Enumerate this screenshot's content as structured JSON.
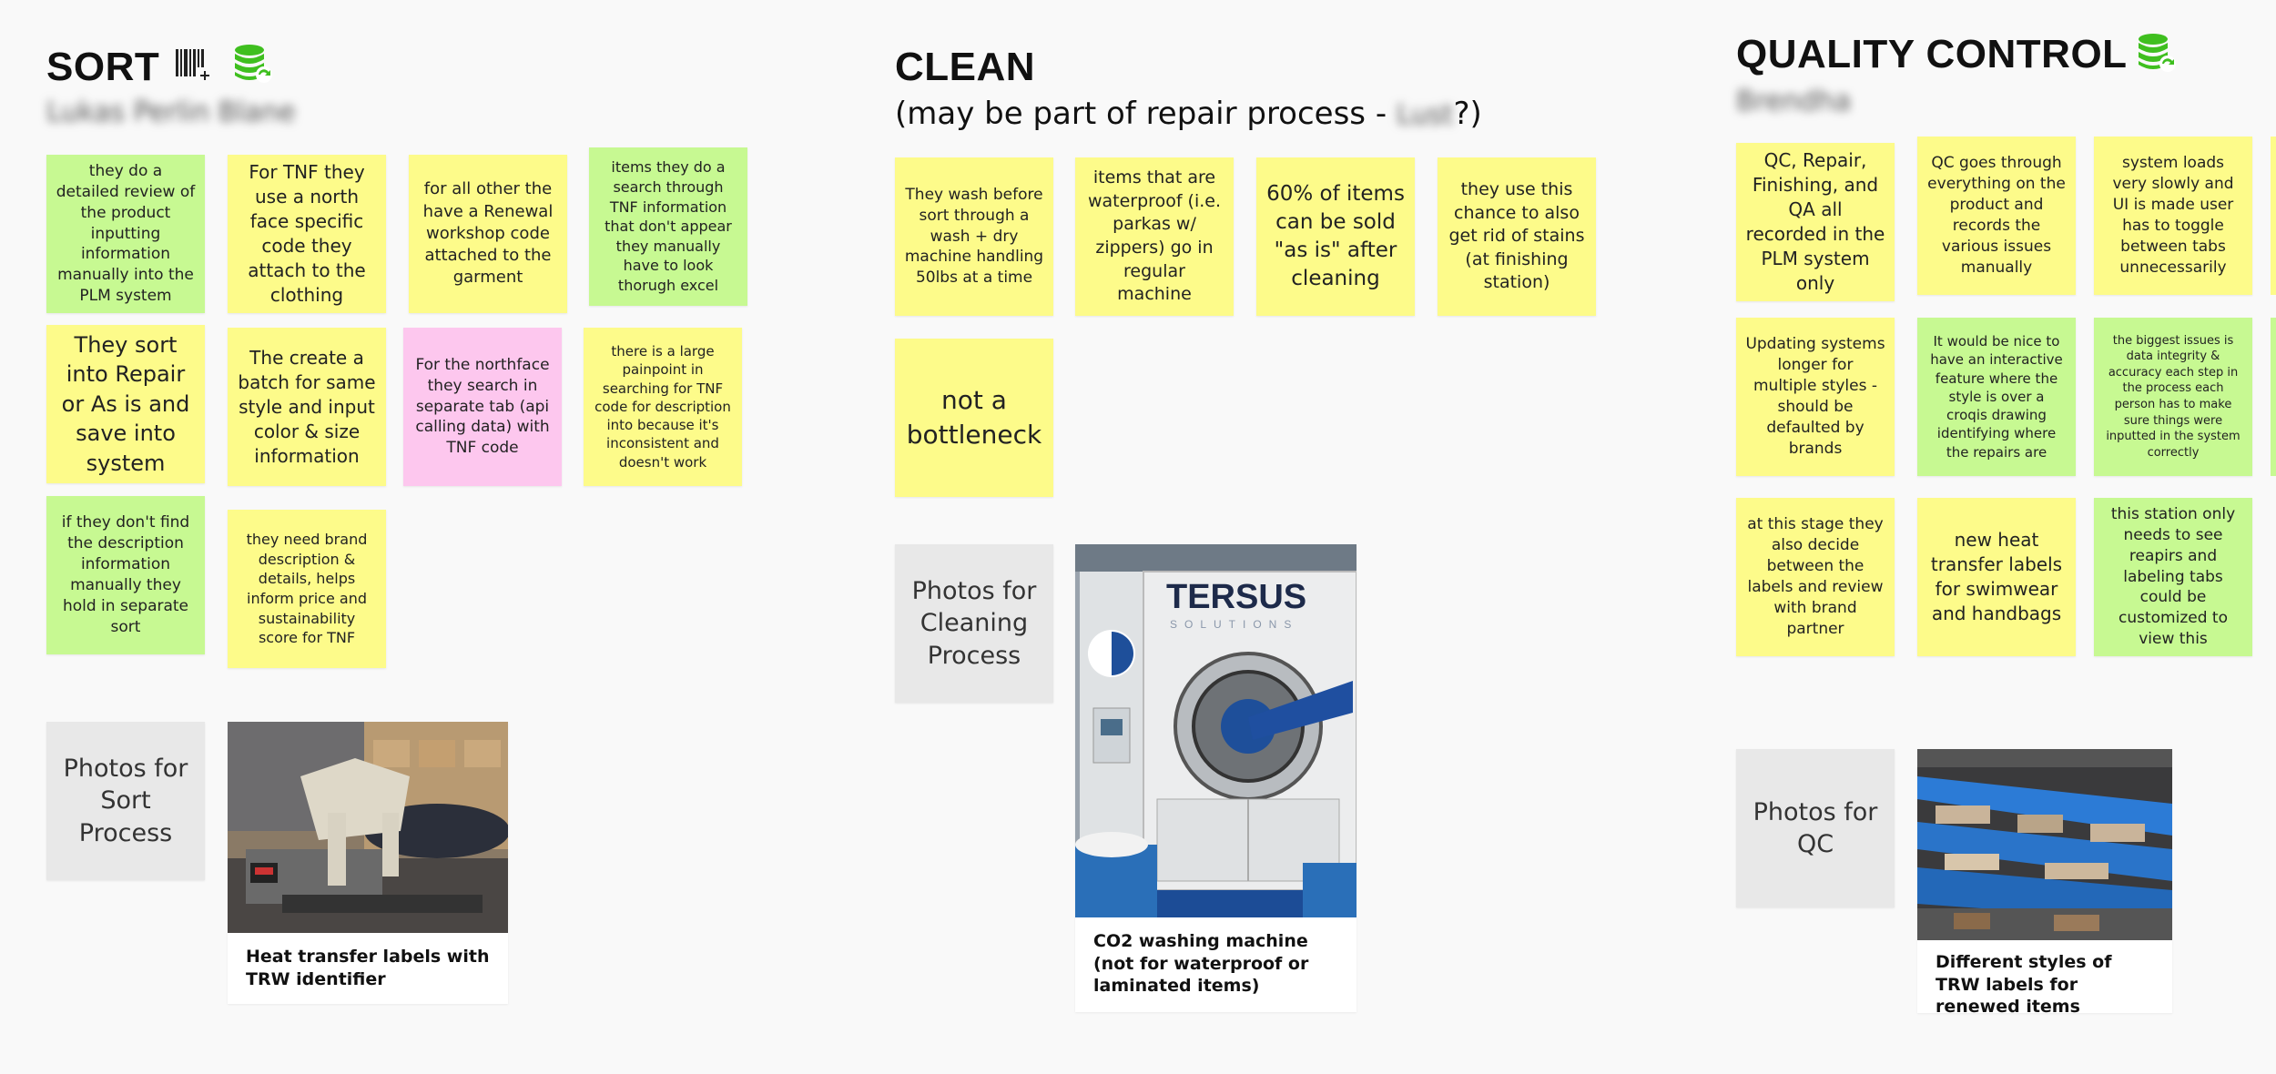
{
  "sections": {
    "sort": {
      "title": "SORT",
      "blurred": "Lukas Perlin Blane",
      "notes": [
        "they do a detailed review of the product inputting information manually into the PLM system",
        "For TNF they use a north face specific code they attach to the clothing",
        "for all other the have a Renewal workshop code attached to the garment",
        "items they do a search through TNF information that don't appear they manually have to look thorugh excel",
        "They sort into Repair or As is and save into system",
        "The create a batch for same style and input color & size information",
        "For the northface they search in separate tab (api calling data) with TNF code",
        "there is a large painpoint in searching for TNF code for description into because it's inconsistent and doesn't work",
        "if they don't find the description information manually they hold in separate sort",
        "they need brand description & details, helps inform price and sustainability score for TNF"
      ],
      "photos_label": "Photos for Sort Process",
      "photo_caption": "Heat transfer labels with TRW identifier"
    },
    "clean": {
      "title": "CLEAN",
      "subtitle_prefix": "(may be part of repair process - ",
      "subtitle_blur": "Lust",
      "subtitle_suffix": "?)",
      "notes": [
        "They wash before sort through a wash + dry machine handling 50lbs at a time",
        "items that are waterproof (i.e. parkas w/ zippers) go in regular machine",
        "60% of items can be sold \"as is\" after cleaning",
        "they use this chance to also get rid of stains (at finishing station)",
        "not a bottleneck"
      ],
      "photos_label": "Photos for Cleaning Process",
      "photo_caption": "CO2 washing machine (not for waterproof or laminated items)",
      "machine_brand": "TERSUS",
      "machine_sub": "SOLUTIONS"
    },
    "qc": {
      "title": "QUALITY CONTROL",
      "blurred": "Brendha",
      "notes": [
        "QC, Repair, Finishing, and QA all recorded in the PLM system only",
        "QC goes through everything on the product and records the various issues manually",
        "system loads very slowly and UI is made user has to toggle between tabs unnecessarily",
        "Updating systems longer for multiple styles - should be defaulted by brands",
        "It would be nice to have an interactive feature where the style is over a croqis drawing identifying where the repairs are",
        "the biggest issues is data integrity & accuracy each step in the process each person has to make sure things were inputted in the system correctly",
        "at this stage they also decide between the labels and review with brand partner",
        "new heat transfer labels for swimwear and handbags",
        "this station only needs to see reapirs and labeling tabs could be customized to view this"
      ],
      "photos_label": "Photos for QC",
      "photo_caption": "Different styles of TRW labels for renewed items"
    }
  },
  "icons": {
    "barcode": "barcode-plus-icon",
    "database": "database-sync-icon"
  },
  "colors": {
    "yellow": "#fdfb8a",
    "green": "#c7f992",
    "pink": "#fdc7ee",
    "gray": "#e8e8e8",
    "db_icon": "#3fbf1f"
  }
}
